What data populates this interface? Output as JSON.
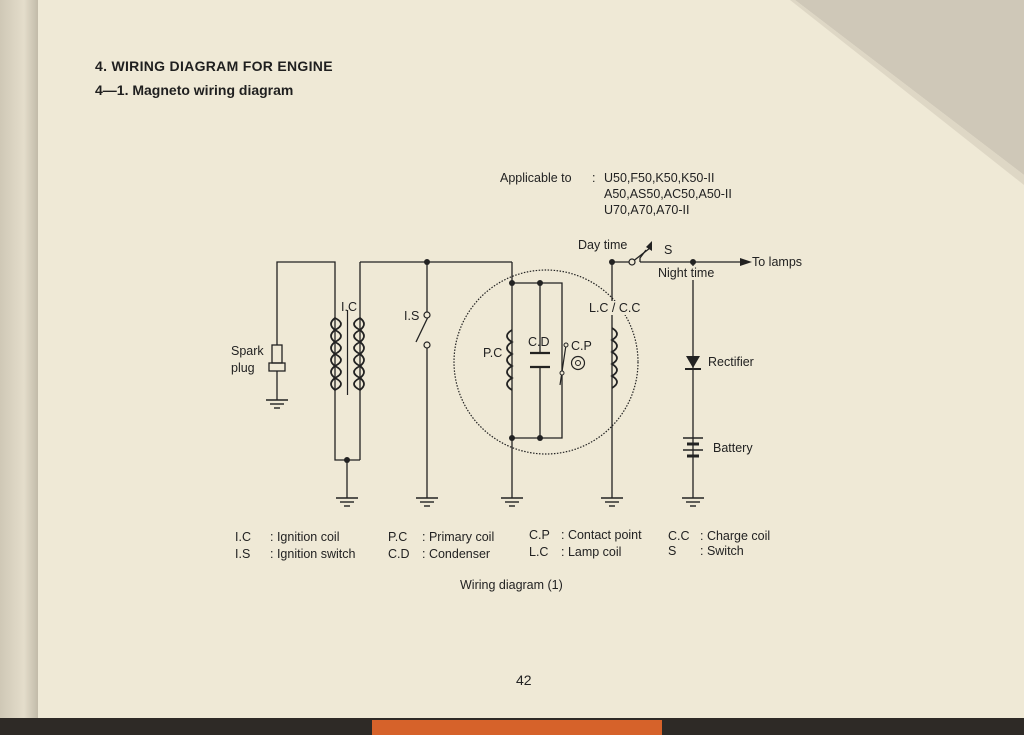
{
  "section_title": "4.   WIRING DIAGRAM FOR ENGINE",
  "subsection_title": "4—1.   Magneto wiring diagram",
  "applicable": {
    "label": "Applicable to",
    "colon": ":",
    "models": [
      "U50,F50,K50,K50-II",
      "A50,AS50,AC50,A50-II",
      "U70,A70,A70-II"
    ]
  },
  "labels": {
    "day_time": "Day time",
    "switch_s": "S",
    "to_lamps": "To lamps",
    "night_time": "Night time",
    "ic": "I.C",
    "is": "I.S",
    "lc_cc": "L.C / C.C",
    "pc": "P.C",
    "cd": "C.D",
    "cp": "C.P",
    "spark": "Spark",
    "plug": "plug",
    "rectifier": "Rectifier",
    "battery": "Battery"
  },
  "legend": [
    {
      "abbr": "I.C",
      "desc": ": Ignition coil"
    },
    {
      "abbr": "I.S",
      "desc": ": Ignition switch"
    },
    {
      "abbr": "P.C",
      "desc": ": Primary coil"
    },
    {
      "abbr": "C.D",
      "desc": ": Condenser"
    },
    {
      "abbr": "C.P",
      "desc": ": Contact point"
    },
    {
      "abbr": "L.C",
      "desc": ": Lamp coil"
    },
    {
      "abbr": "C.C",
      "desc": ": Charge coil"
    },
    {
      "abbr": "S",
      "desc": ": Switch"
    }
  ],
  "caption": "Wiring diagram (1)",
  "page_number": "42",
  "colors": {
    "paper": "#efe9d6",
    "ink": "#222222",
    "tab": "#d6622a"
  }
}
